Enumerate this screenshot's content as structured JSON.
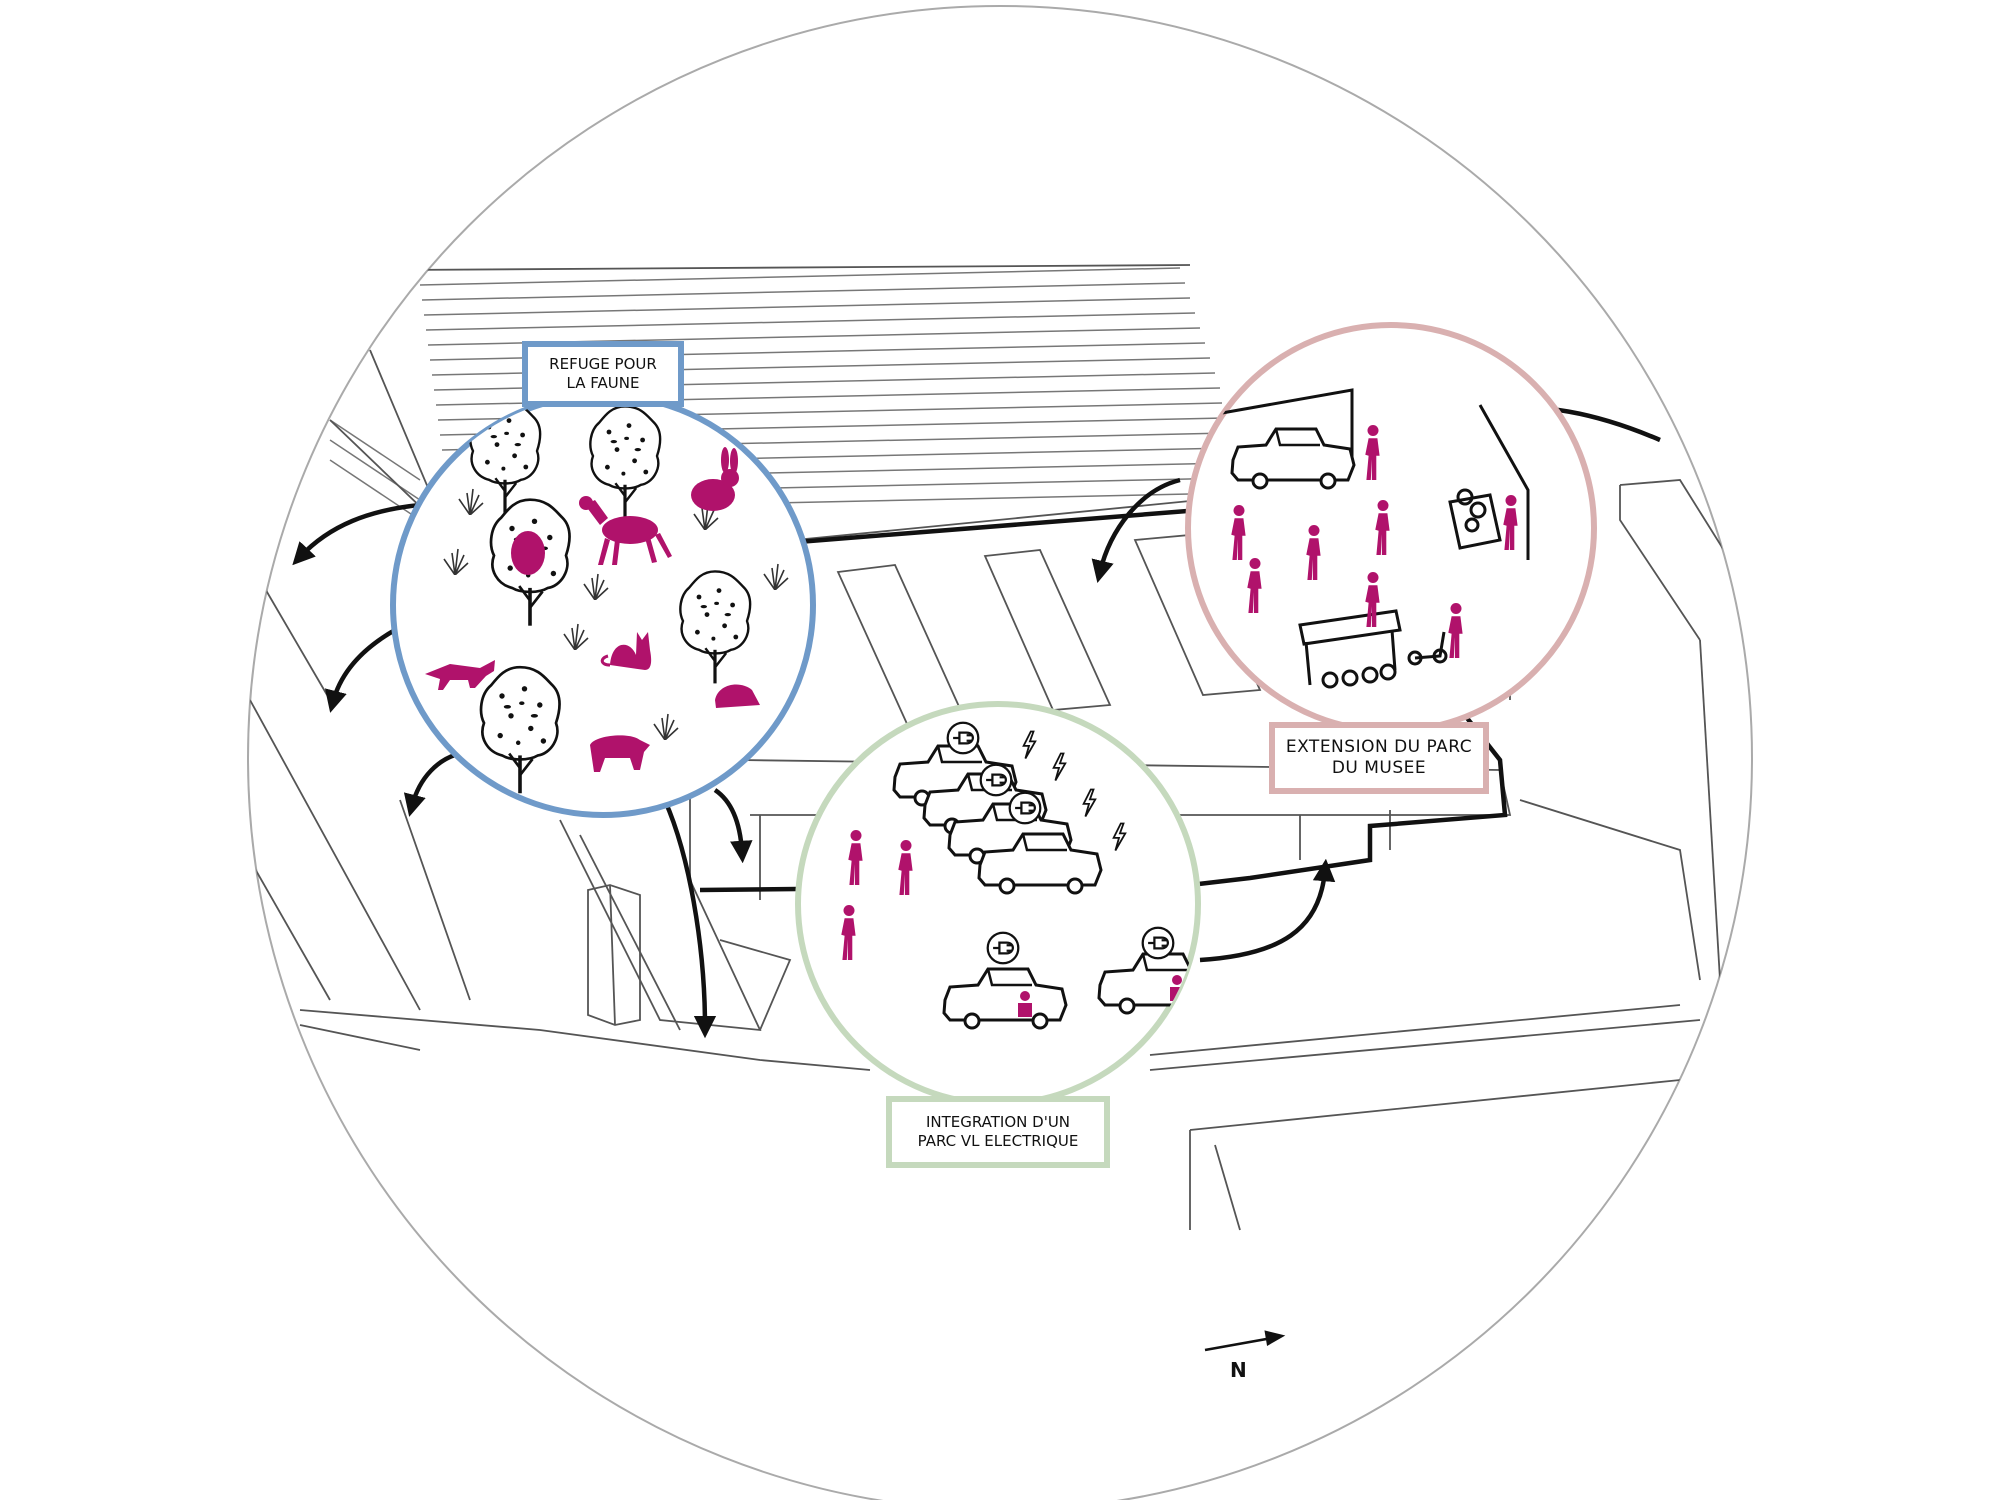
{
  "labels": {
    "refuge": [
      "REFUGE POUR",
      "LA FAUNE"
    ],
    "parc_musee": [
      "EXTENSION DU PARC",
      "DU MUSEE"
    ],
    "parc_vl": [
      "INTEGRATION D'UN",
      "PARC VL ELECTRIQUE"
    ]
  },
  "compass": {
    "label": "N"
  },
  "colors": {
    "refuge_border": "#6f9ac9",
    "musee_border": "#d9b0b0",
    "vl_border": "#c5d9bd",
    "accent_magenta": "#b0126b",
    "line": "#222222"
  },
  "icons": {
    "refuge": [
      "tree-icon",
      "rabbit-icon",
      "deer-icon",
      "owl-icon",
      "fox-icon",
      "cat-icon",
      "hedgehog-icon",
      "boar-icon",
      "grass-icon"
    ],
    "musee": [
      "car-icon",
      "person-icon",
      "market-stall-icon",
      "bike-shelter-icon",
      "scooter-icon"
    ],
    "vl": [
      "electric-car-icon",
      "charging-plug-icon",
      "lightning-icon",
      "person-icon"
    ]
  }
}
